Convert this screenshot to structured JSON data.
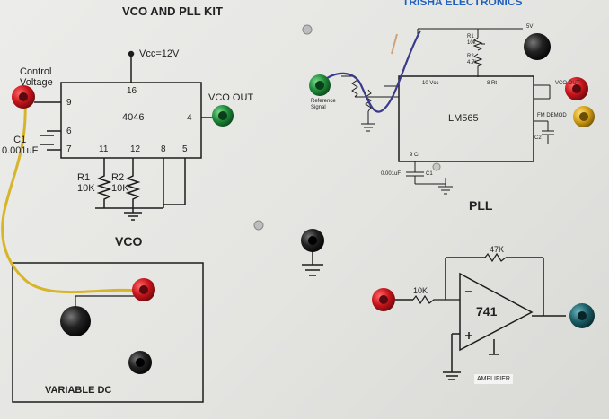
{
  "vco": {
    "header": "VCO AND PLL KIT",
    "vcc": "Vcc=12V",
    "ic": "4046",
    "pins": {
      "p16": "16",
      "p9": "9",
      "p6": "6",
      "p7": "7",
      "p4": "4",
      "p11": "11",
      "p12": "12",
      "p8": "8",
      "p5": "5"
    },
    "control_voltage": "Control\nVoltage",
    "vco_out": "VCO OUT",
    "c1": "C1\n0.001uF",
    "r1": "R1\n10K",
    "r2": "R2\n10K",
    "title": "VCO"
  },
  "brand": "TRISHA ELECTRONICS",
  "pll": {
    "ic": "LM565",
    "title": "PLL",
    "reference_signal": "Reference\nSignal",
    "supply": "5V",
    "r1": "R1\n10k",
    "r2": "R2\n4.7k",
    "vcc_pin": "10 Vcc",
    "c1": "C1",
    "cap_value": "0.001uF",
    "ct": "9 Ct",
    "rt": "8 Rt",
    "vco_out": "VCO OUT",
    "pm_demod": "FM DEMOD",
    "c2": "C2"
  },
  "amplifier": {
    "rf": "47K",
    "rin": "10K",
    "opamp": "741",
    "label": "AMPLIFIER"
  },
  "variable_dc": "VARIABLE DC",
  "colors": {
    "panel": "#e8e8e5",
    "ink": "#222222",
    "red_terminal": "#c8141c",
    "green_terminal": "#1e8a3a",
    "black_terminal": "#1a1a1a",
    "yellow_terminal": "#d4a017",
    "teal_terminal": "#1b5e66",
    "yellow_wire": "#d8b429",
    "blue_wire": "#3a3a8a",
    "brand_blue": "#1f5fbf"
  }
}
